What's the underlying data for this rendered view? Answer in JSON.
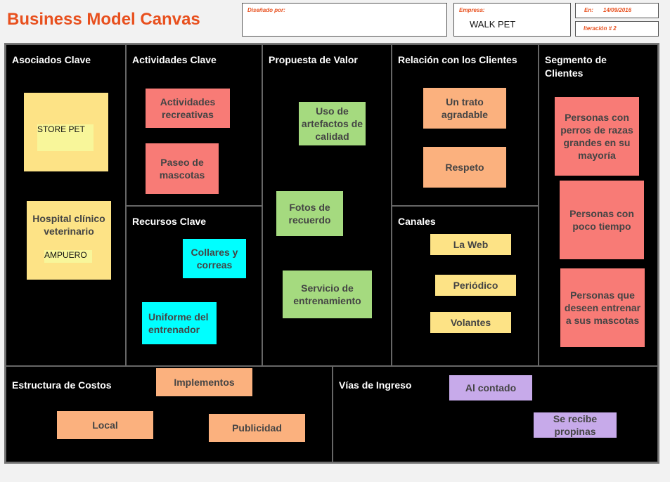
{
  "header": {
    "title": "Business Model Canvas",
    "designed_by_label": "Diseñado por:",
    "company_label": "Empresa:",
    "company_value": "WALK PET",
    "date_label": "En:",
    "date_value": "14/09/2016",
    "iteration_label": "Iteración # 2"
  },
  "sections": {
    "partners": "Asociados Clave",
    "activities": "Actividades Clave",
    "resources": "Recursos Clave",
    "value": "Propuesta de Valor",
    "relations": "Relación con los Clientes",
    "channels": "Canales",
    "segments": "Segmento de Clientes",
    "costs": "Estructura de Costos",
    "revenue": "Vías de Ingreso"
  },
  "stickies": {
    "partners": [
      {
        "text": "",
        "sub": "STORE PET",
        "color": "#fde386"
      },
      {
        "text": "Hospital clínico veterinario",
        "sub": "AMPUERO",
        "color": "#fde386"
      }
    ],
    "activities": [
      {
        "text": "Actividades recreativas",
        "color": "#f87b76"
      },
      {
        "text": "Paseo de mascotas",
        "color": "#f87b76"
      }
    ],
    "resources": [
      {
        "text": "Collares y correas",
        "color": "#00ffff"
      },
      {
        "text": "Uniforme del entrenador",
        "color": "#00ffff"
      }
    ],
    "value": [
      {
        "text": "Uso de artefactos de calidad",
        "color": "#a5da7f"
      },
      {
        "text": "Fotos de recuerdo",
        "color": "#a5da7f"
      },
      {
        "text": "Servicio de entrenamiento",
        "color": "#a5da7f"
      }
    ],
    "relations": [
      {
        "text": "Un trato agradable",
        "color": "#fbb17e"
      },
      {
        "text": "Respeto",
        "color": "#fbb17e"
      }
    ],
    "channels": [
      {
        "text": "La Web",
        "color": "#fde386"
      },
      {
        "text": "Periódico",
        "color": "#fde386"
      },
      {
        "text": "Volantes",
        "color": "#fde386"
      }
    ],
    "segments": [
      {
        "text": "Personas con perros de razas grandes en su mayoría",
        "color": "#f87b76"
      },
      {
        "text": "Personas con poco tiempo",
        "color": "#f87b76"
      },
      {
        "text": "Personas que deseen entrenar a sus mascotas",
        "color": "#f87b76"
      }
    ],
    "costs": [
      {
        "text": "Implementos",
        "color": "#fbb17e"
      },
      {
        "text": "Local",
        "color": "#fbb17e"
      },
      {
        "text": "Publicidad",
        "color": "#fbb17e"
      }
    ],
    "revenue": [
      {
        "text": "Al contado",
        "color": "#c7aaea"
      },
      {
        "text": "Se recibe propinas",
        "color": "#c7aaea"
      }
    ]
  }
}
